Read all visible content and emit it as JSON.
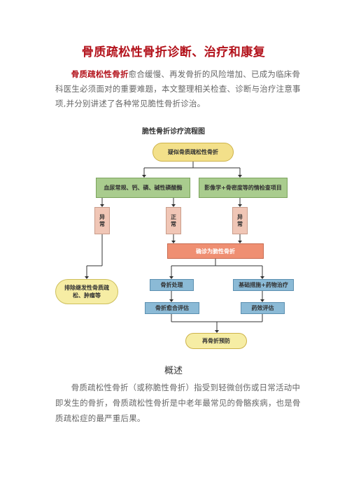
{
  "title": "骨质疏松性骨折诊断、治疗和康复",
  "intro": {
    "lead": "骨质疏松性骨折",
    "text": "愈合缓慢、再发骨折的风险增加、已成为临床骨科医生必须面对的重要难题，本文整理相关检查、诊断与治疗注意事项,并分别讲述了各种常见脆性骨折诊治。"
  },
  "flowchart": {
    "title": "脆性骨折诊疗流程图",
    "nodes": {
      "suspect": "疑似骨质疏松性骨折",
      "blood": "血尿常规、钙、磷、碱性磷酸酶",
      "imaging": "影像学+骨密度等的情检查项目",
      "abnormal_left": "异常",
      "normal": "正常",
      "abnormal_right": "异常",
      "diagnosed": "确诊为脆性骨折",
      "exclude": "排除继发性骨质疏松、肿瘤等",
      "fracture_treat": "骨折处理",
      "basic_drug": "基础措施+药物治疗",
      "healing_eval": "骨折愈合评估",
      "drug_eval": "药效评估",
      "prevent": "再骨折预防"
    },
    "colors": {
      "suspect": "#f3e08a",
      "tests": "#a9cc8e",
      "result": "#f0c6b6",
      "diagnosed": "#ef8f72",
      "treatment": "#8bbad6",
      "exclude": "#f6eda4"
    }
  },
  "section": {
    "heading": "概述",
    "text": "骨质疏松性骨折（或称脆性骨折）指受到轻微创伤或日常活动中即发生的骨折，骨质疏松性骨折是中老年最常见的骨骼疾病，也是骨质疏松症的最严重后果。"
  }
}
